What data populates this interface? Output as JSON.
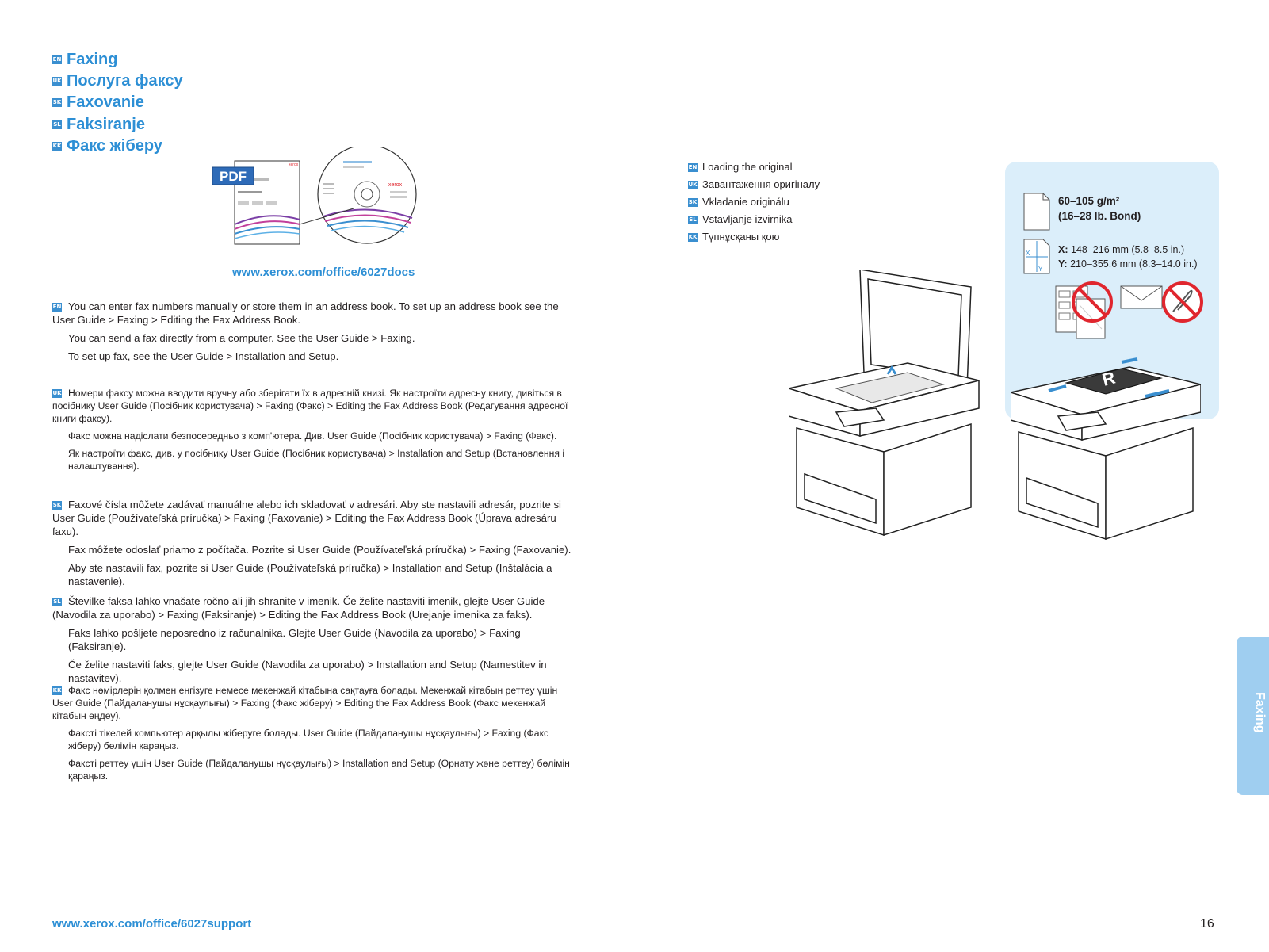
{
  "headings": [
    {
      "lang": "EN",
      "text": "Faxing"
    },
    {
      "lang": "UK",
      "text": "Послуга факсу"
    },
    {
      "lang": "SK",
      "text": "Faxovanie"
    },
    {
      "lang": "SL",
      "text": "Faksiranje"
    },
    {
      "lang": "KK",
      "text": "Факс жіберу"
    }
  ],
  "docs_url": "www.xerox.com/office/6027docs",
  "pdf_label": "PDF",
  "xerox_logo": "xerox",
  "sections": {
    "en": {
      "lang": "EN",
      "p1": "You can enter fax numbers manually or store them in an address book. To set up an address book see the User Guide > Faxing > Editing the Fax Address Book.",
      "p2": "You can send a fax directly from a computer. See the User Guide > Faxing.",
      "p3": "To set up fax, see the User Guide > Installation and Setup."
    },
    "uk": {
      "lang": "UK",
      "p1": "Номери факсу можна вводити вручну або зберігати їх в адресній книзі. Як настроїти адресну книгу, дивіться в посібнику User Guide (Посібник користувача) > Faxing (Факс) > Editing the Fax Address Book (Редагування адресної книги факсу).",
      "p2": "Факс можна надіслати безпосередньо з комп'ютера. Див. User Guide (Посібник користувача) > Faxing (Факс).",
      "p3": "Як настроїти факс, див. у посібнику User Guide (Посібник користувача) > Installation and Setup (Встановлення і налаштування)."
    },
    "sk": {
      "lang": "SK",
      "p1": "Faxové čísla môžete zadávať manuálne alebo ich skladovať v adresári. Aby ste nastavili adresár, pozrite si User Guide (Používateľská príručka) > Faxing (Faxovanie) > Editing the Fax Address Book (Úprava adresáru faxu).",
      "p2": "Fax môžete odoslať priamo z počítača. Pozrite si User Guide (Používateľská príručka) > Faxing (Faxovanie).",
      "p3": "Aby ste nastavili fax, pozrite si User Guide (Používateľská príručka) > Installation and Setup (Inštalácia a nastavenie)."
    },
    "sl": {
      "lang": "SL",
      "p1": "Številke faksa lahko vnašate ročno ali jih shranite v imenik. Če želite nastaviti imenik, glejte User Guide (Navodila za uporabo) > Faxing (Faksiranje) > Editing the Fax Address Book (Urejanje imenika za faks).",
      "p2": "Faks lahko pošljete neposredno iz računalnika. Glejte User Guide (Navodila za uporabo) > Faxing (Faksiranje).",
      "p3": "Če želite nastaviti faks, glejte User Guide (Navodila za uporabo) > Installation and Setup (Namestitev in nastavitev)."
    },
    "kk": {
      "lang": "KK",
      "p1": "Факс нөмірлерін қолмен енгізуге немесе мекенжай кітабына сақтауға болады. Мекенжай кітабын реттеу үшін User Guide (Пайдаланушы нұсқаулығы) > Faxing (Факс жіберу) > Editing the Fax Address Book (Факс мекенжай кітабын өңдеу).",
      "p2": "Факсті тікелей компьютер арқылы жіберуге болады. User Guide (Пайдаланушы нұсқаулығы) > Faxing (Факс жіберу) бөлімін қараңыз.",
      "p3": "Факсті реттеу үшін User Guide (Пайдаланушы нұсқаулығы) > Installation and Setup (Орнату және реттеу) бөлімін қараңыз."
    }
  },
  "loading_captions": [
    {
      "lang": "EN",
      "text": "Loading the original"
    },
    {
      "lang": "UK",
      "text": "Завантаження оригіналу"
    },
    {
      "lang": "SK",
      "text": "Vkladanie originálu"
    },
    {
      "lang": "SL",
      "text": "Vstavljanje izvirnika"
    },
    {
      "lang": "KK",
      "text": "Түпнұсқаны қою"
    }
  ],
  "paper_spec": {
    "weight_line1": "60–105 g/m²",
    "weight_line2": "(16–28 lb. Bond)",
    "x_label": "X:",
    "x_value": "148–216 mm (5.8–8.5 in.)",
    "y_label": "Y:",
    "y_value": "210–355.6 mm (8.3–14.0 in.)",
    "x_axis": "X",
    "y_axis": "Y"
  },
  "side_tab": "Faxing",
  "footer_url": "www.xerox.com/office/6027support",
  "page_number": "16",
  "colors": {
    "accent": "#2d8fd5",
    "box": "#dbeefa",
    "tab": "#9fcef0",
    "prohibit": "#e0262e"
  }
}
